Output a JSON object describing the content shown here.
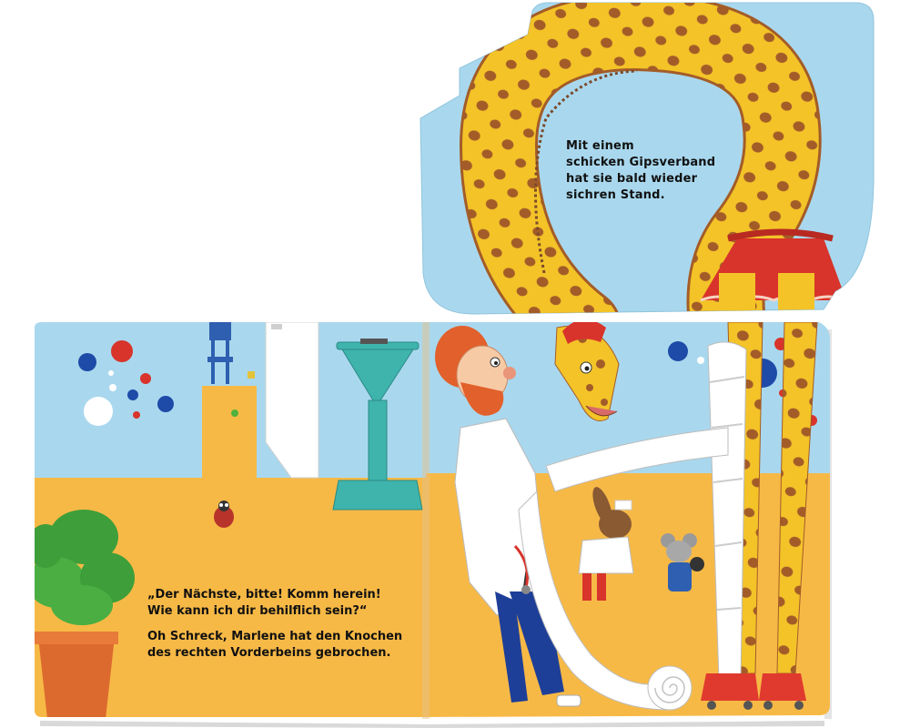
{
  "flap_text": {
    "lines": [
      "Mit einem",
      "schicken Gipsverband",
      "hat sie bald wieder",
      "sichren Stand."
    ]
  },
  "left_page_text": {
    "paragraph1": [
      "„Der Nächste, bitte! Komm herein!",
      "Wie kann ich dir behilflich sein?“"
    ],
    "paragraph2": [
      "Oh Schreck, Marlene hat den Knochen",
      "des rechten Vorderbeins gebrochen."
    ]
  },
  "colors": {
    "sky": "#a9d8ee",
    "floor": "#f7b946",
    "giraffe": "#f3c328",
    "spots": "#a35c28",
    "skirt": "#d8342b",
    "scale": "#3fb4ad",
    "plant": "#3d9e3a",
    "pot": "#dc6a2e",
    "coat": "#ffffff",
    "hair": "#e2602b"
  }
}
